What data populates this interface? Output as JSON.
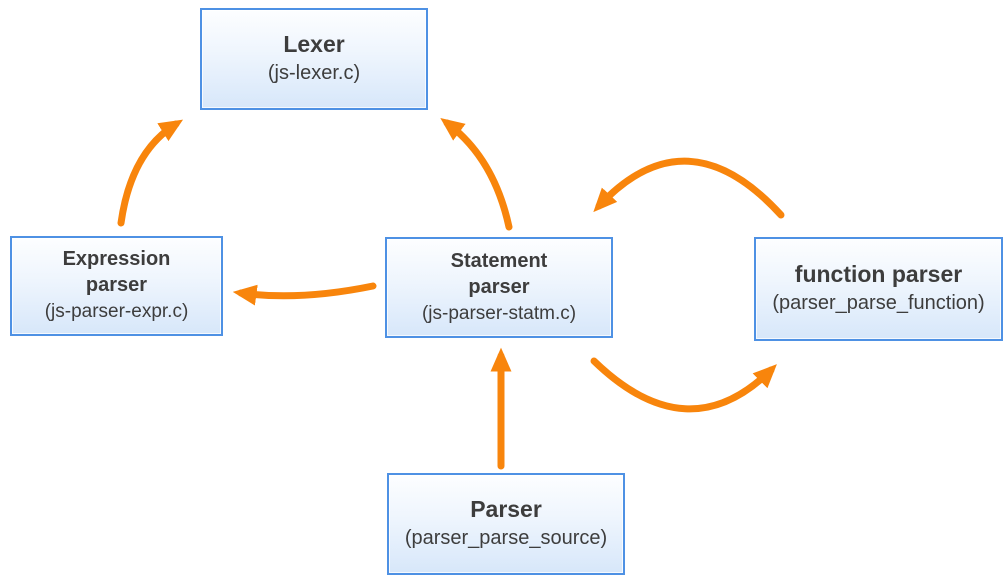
{
  "diagram": {
    "title": "JavaScript parser architecture diagram",
    "colors": {
      "arrow_orange": "#F8850C",
      "box_border_blue": "#4e91e4",
      "box_fill_top": "#fdfeff",
      "box_fill_bottom": "#d7e7fa",
      "text": "#3d3d3d",
      "background": "#ffffff"
    },
    "nodes": [
      {
        "id": "lexer",
        "title": "Lexer",
        "subtitle": "(js-lexer.c)"
      },
      {
        "id": "expression-parser",
        "title": "Expression\nparser",
        "subtitle": "(js-parser-expr.c)"
      },
      {
        "id": "statement-parser",
        "title": "Statement\nparser",
        "subtitle": "(js-parser-statm.c)"
      },
      {
        "id": "function-parser",
        "title": "function parser",
        "subtitle": "(parser_parse_function)"
      },
      {
        "id": "parser",
        "title": "Parser",
        "subtitle": "(parser_parse_source)"
      }
    ],
    "edges": [
      {
        "from": "expression-parser",
        "to": "lexer"
      },
      {
        "from": "statement-parser",
        "to": "lexer"
      },
      {
        "from": "statement-parser",
        "to": "expression-parser"
      },
      {
        "from": "function-parser",
        "to": "statement-parser"
      },
      {
        "from": "statement-parser",
        "to": "function-parser"
      },
      {
        "from": "parser",
        "to": "statement-parser"
      }
    ]
  }
}
